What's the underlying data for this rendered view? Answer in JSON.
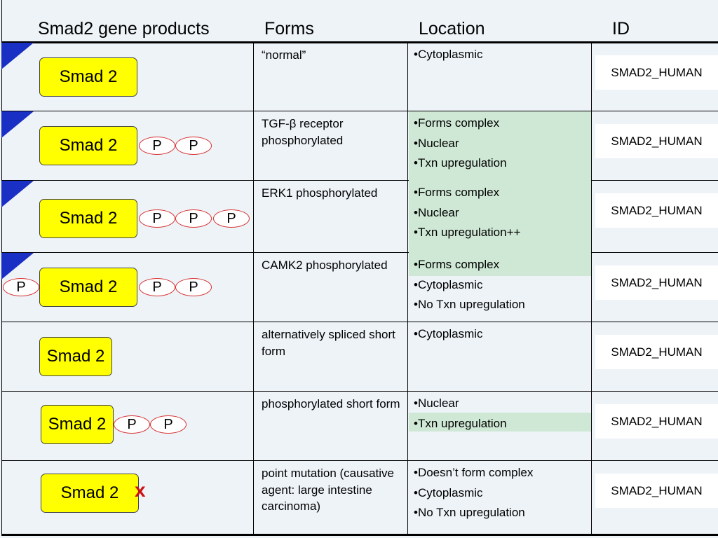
{
  "headers": {
    "products": "Smad2 gene products",
    "forms": "Forms",
    "location": "Location",
    "id": "ID"
  },
  "colors": {
    "box_fill": "#ffff00",
    "phospho_border": "#d63030",
    "mutation_mark": "#d01010",
    "highlight": "#cfe8d5",
    "corner_triangle": "#1a2fc4"
  },
  "phospho_label": "P",
  "mutation_label": "x",
  "rows": [
    {
      "box_label": "Smad 2",
      "form": "“normal”",
      "locations": [
        {
          "text": "•Cytoplasmic",
          "highlight": false
        }
      ],
      "id": "SMAD2_HUMAN"
    },
    {
      "box_label": "Smad 2",
      "form": "TGF-β receptor phosphorylated",
      "locations": [
        {
          "text": "•Forms complex",
          "highlight": true
        },
        {
          "text": "•Nuclear",
          "highlight": true
        },
        {
          "text": "•Txn upregulation",
          "highlight": true
        }
      ],
      "id": "SMAD2_HUMAN"
    },
    {
      "box_label": "Smad 2",
      "form": "ERK1 phosphorylated",
      "locations": [
        {
          "text": "•Forms complex",
          "highlight": true
        },
        {
          "text": "•Nuclear",
          "highlight": true
        },
        {
          "text": "•Txn  upregulation++",
          "highlight": true
        }
      ],
      "id": "SMAD2_HUMAN"
    },
    {
      "box_label": "Smad 2",
      "form": "CAMK2 phosphorylated",
      "locations": [
        {
          "text": "•Forms complex",
          "highlight": true
        },
        {
          "text": "•Cytoplasmic",
          "highlight": false
        },
        {
          "text": "•No Txn upregulation",
          "highlight": false
        }
      ],
      "id": "SMAD2_HUMAN"
    },
    {
      "box_label": "Smad 2",
      "form": "alternatively spliced short form",
      "locations": [
        {
          "text": "•Cytoplasmic",
          "highlight": false
        }
      ],
      "id": "SMAD2_HUMAN"
    },
    {
      "box_label": "Smad 2",
      "form": "phosphorylated short form",
      "locations": [
        {
          "text": "•Nuclear",
          "highlight": false
        },
        {
          "text": "•Txn upregulation",
          "highlight": true
        }
      ],
      "id": "SMAD2_HUMAN"
    },
    {
      "box_label": "Smad 2",
      "form": "point mutation (causative agent: large intestine carcinoma)",
      "locations": [
        {
          "text": "•Doesn’t form complex",
          "highlight": false
        },
        {
          "text": "•Cytoplasmic",
          "highlight": false
        },
        {
          "text": "•No Txn upregulation",
          "highlight": false
        }
      ],
      "id": "SMAD2_HUMAN"
    }
  ]
}
